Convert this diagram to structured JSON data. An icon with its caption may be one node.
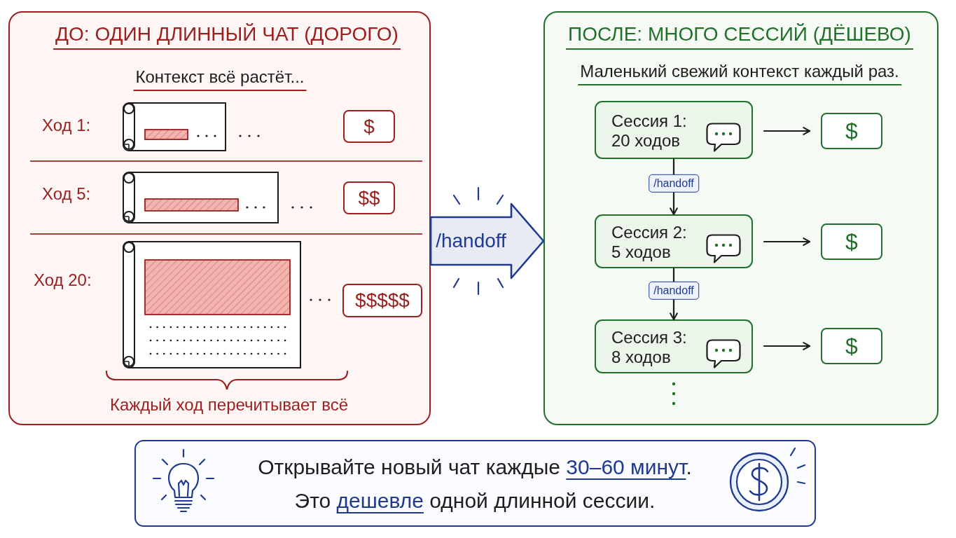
{
  "diagram": {
    "nodes": [
      {
        "text": [
          "ДО: ОДИН ДЛИННЫЙ ЧАТ (ДОРОГО)",
          "Контекст всё растёт...",
          "Каждый ход перечитывает всё"
        ]
      },
      {
        "text": [
          "$"
        ],
        "in": 0
      },
      {
        "text": [
          "$$"
        ],
        "in": 0
      },
      {
        "text": [
          "$$$$$"
        ],
        "in": 0
      },
      {
        "text": [
          "ПОСЛЕ: МНОГО СЕССИЙ (ДЁШЕВО)",
          "Маленький свежий контекст каждый раз."
        ]
      },
      {
        "text": [
          "Сессия 1: 20 ходов"
        ],
        "in": 4
      },
      {
        "text": [
          "$"
        ],
        "in": 4
      },
      {
        "text": [
          "Сессия 2: 5 ходов"
        ],
        "in": 4
      },
      {
        "text": [
          "$"
        ],
        "in": 4
      },
      {
        "text": [
          "Сессия 3: 8 ходов"
        ],
        "in": 4
      },
      {
        "text": [
          "$"
        ],
        "in": 4
      },
      {
        "text": [
          "Открывайте новый чат каждые **30–60 минут**.",
          "Это **дешевле** одной длинной сессии."
        ]
      }
    ],
    "edges": [
      {
        "from": 0,
        "to": 4,
        "arrow": "to",
        "label": "/handoff",
        "style": "thick",
        "color": "#1f3a93"
      },
      {
        "from": 5,
        "to": 6,
        "arrow": "to"
      },
      {
        "from": 5,
        "to": 7,
        "arrow": "to",
        "label": "/handoff"
      },
      {
        "from": 7,
        "to": 8,
        "arrow": "to"
      },
      {
        "from": 7,
        "to": 9,
        "arrow": "to",
        "label": "/handoff"
      },
      {
        "from": 9,
        "to": 10,
        "arrow": "to"
      }
    ],
    "labels": [
      "Ход 1:",
      "Ход 5:",
      "Ход 20:"
    ]
  }
}
